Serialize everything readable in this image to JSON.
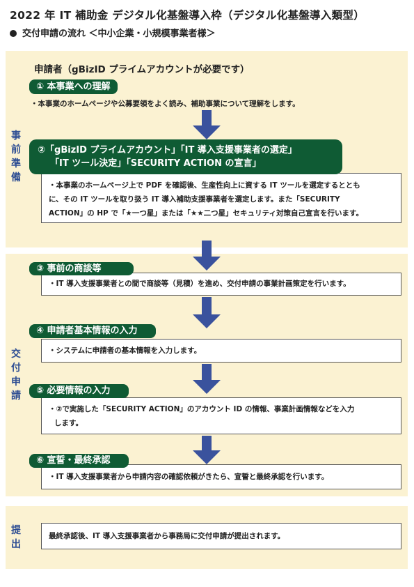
{
  "header": {
    "title": "2022 年 IT 補助金 デジタル化基盤導入枠（デジタル化基盤導入類型）",
    "subtitle": "交付申請の流れ ＜中小企業・小規模事業者様＞"
  },
  "sections": {
    "prep": {
      "label": [
        "事",
        "前",
        "準",
        "備"
      ],
      "applicant": "申請者（gBizID プライムアカウントが必要です）",
      "step1": {
        "title": "① 本事業への理解",
        "text": "・本事業のホームページや公募要領をよく読み、補助事業について理解をします。"
      },
      "step2": {
        "title_line1": "②「gBizID プライムアカウント」「IT 導入支援事業者の選定」",
        "title_line2": "「IT ツール決定」「SECURITY ACTION の宣言」",
        "text_line1": "・本事業のホームページ上で PDF を確認後、生産性向上に資する IT ツールを選定するととも",
        "text_line2": "に、その IT ツールを取り扱う IT 導入補助支援事業者を選定します。また「SECURITY",
        "text_line3": "ACTION」の HP で「★一つ星」または「★★二つ星」セキュリティ対策自己宣言を行います。"
      }
    },
    "apply": {
      "label": [
        "交",
        "付",
        "申",
        "請"
      ],
      "step3": {
        "title": "③ 事前の商談等",
        "text": "・IT 導入支援事業者との間で商談等（見積）を進め、交付申請の事業計画策定を行います。"
      },
      "step4": {
        "title": "④ 申請者基本情報の入力",
        "text": "・システムに申請者の基本情報を入力します。"
      },
      "step5": {
        "title": "⑤ 必要情報の入力",
        "text_line1": "・②で実施した「SECURITY ACTION」のアカウント ID の情報、事業計画情報などを入力",
        "text_line2": "します。"
      },
      "step6": {
        "title": "⑥ 宣誓・最終承認",
        "text": "・IT 導入支援事業者から申請内容の確認依頼がきたら、宣誓と最終承認を行います。"
      }
    },
    "submit": {
      "label": [
        "提",
        "出"
      ],
      "text": "最終承認後、IT 導入支援事業者から事務局に交付申請が提出されます。"
    }
  },
  "colors": {
    "panel": "#fbf2d2",
    "pill": "#0f5b34",
    "arrow": "#3a529d",
    "label": "#2d4d93"
  }
}
